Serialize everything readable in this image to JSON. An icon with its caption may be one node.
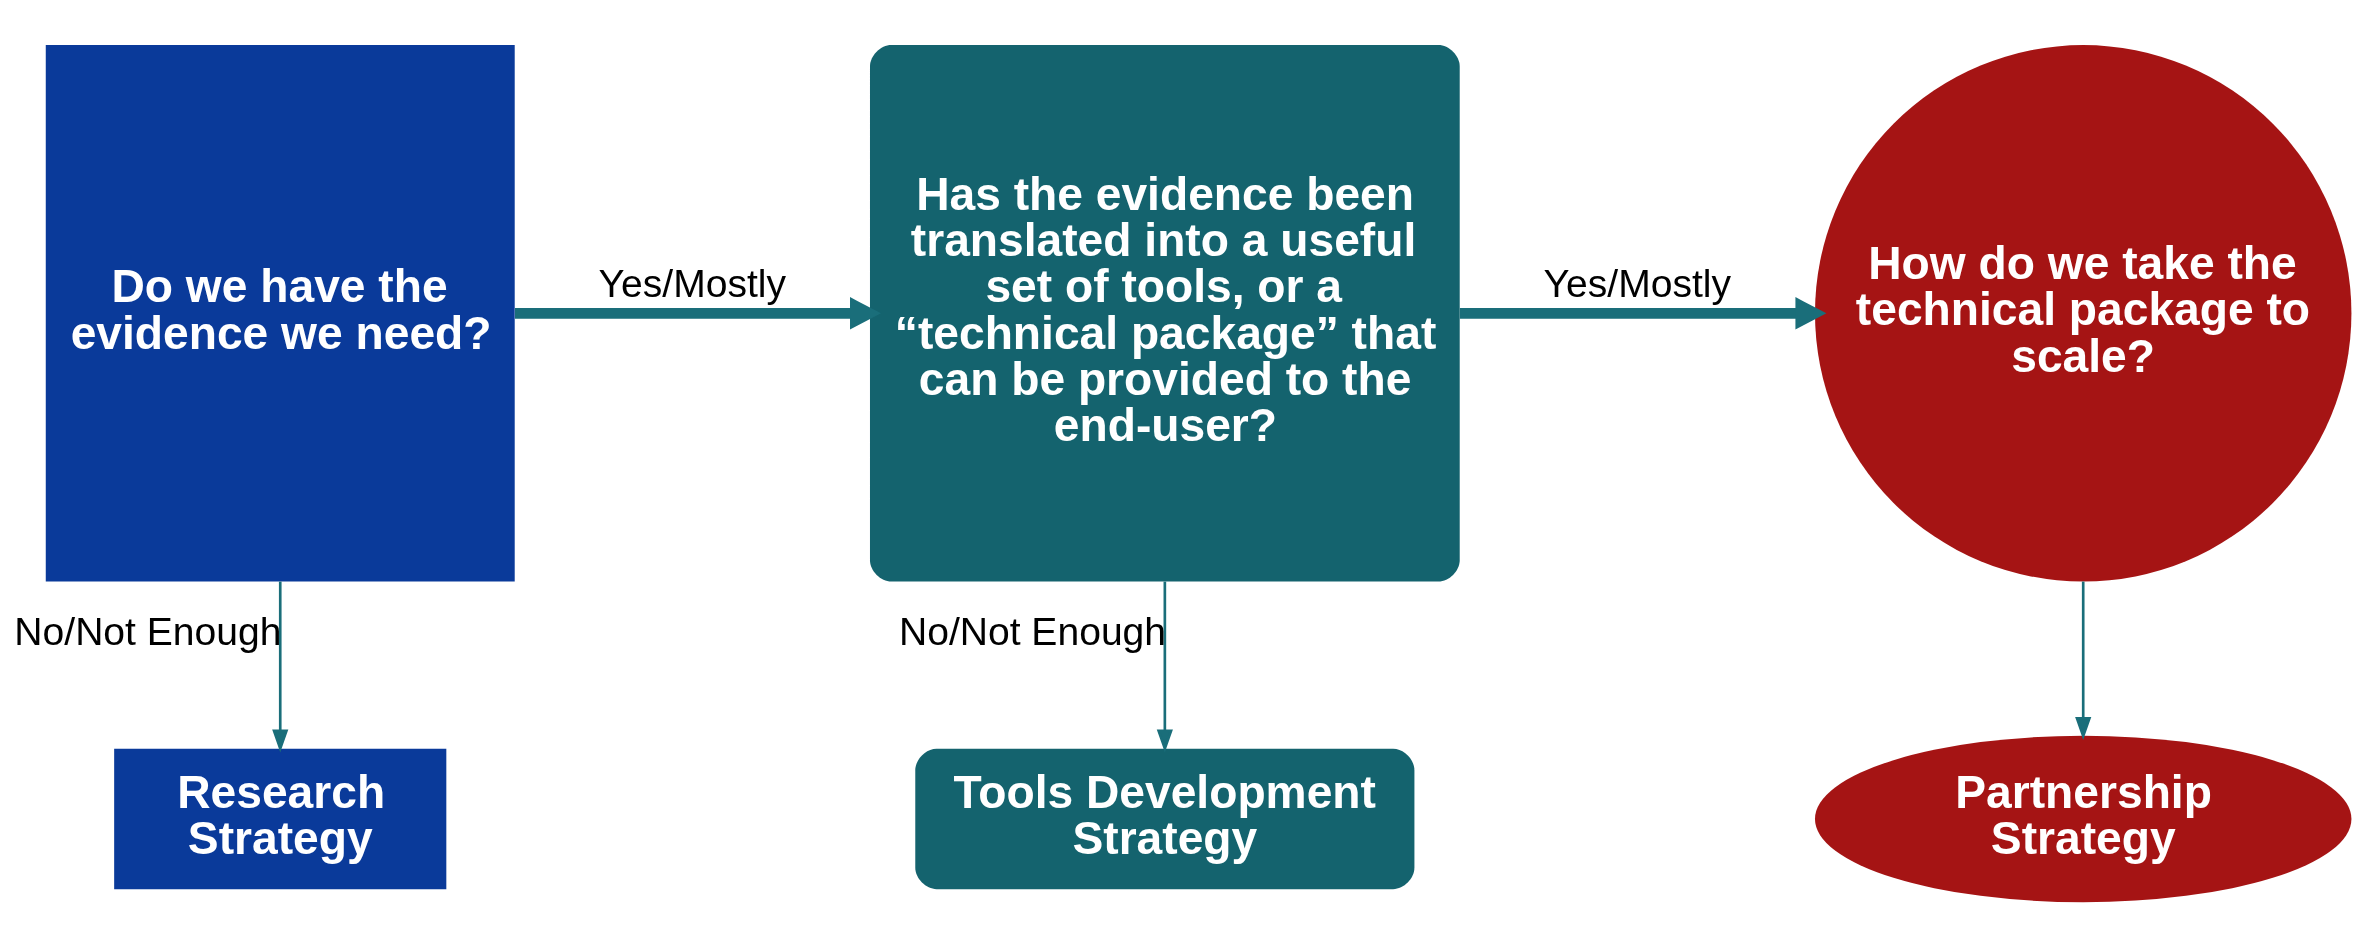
{
  "diagram": {
    "nodes": [
      {
        "text": [
          "Do we have the evidence we need?"
        ]
      },
      {
        "text": [
          "Has the evidence been translated into a useful set of tools, or a “technical package” that can be provided to the end-user?"
        ]
      },
      {
        "text": [
          "How do we take the technical package to scale?"
        ]
      },
      {
        "text": [
          "Research Strategy"
        ]
      },
      {
        "text": [
          "Tools Development Strategy"
        ]
      },
      {
        "text": [
          "Partnership Strategy"
        ]
      }
    ],
    "edges": [
      {
        "from": 0,
        "to": 1,
        "arrow": "to",
        "label": "Yes/Mostly",
        "style": "thick"
      },
      {
        "from": 1,
        "to": 2,
        "arrow": "to",
        "label": "Yes/Mostly",
        "style": "thick"
      },
      {
        "from": 0,
        "to": 3,
        "arrow": "to",
        "label": "No/Not Enough"
      },
      {
        "from": 1,
        "to": 4,
        "arrow": "to",
        "label": "No/Not Enough"
      },
      {
        "from": 2,
        "to": 5,
        "arrow": "to"
      }
    ]
  }
}
